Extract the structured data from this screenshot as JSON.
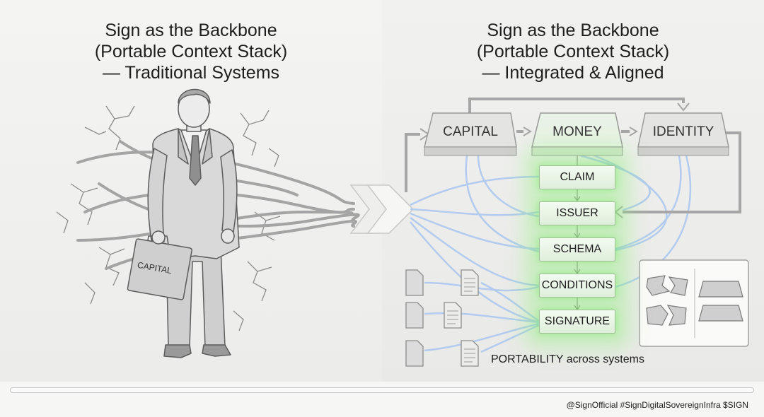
{
  "titles": {
    "left": {
      "line1": "Sign as the Backbone",
      "line2": "(Portable Context Stack)",
      "line3": "— Traditional Systems"
    },
    "right": {
      "line1": "Sign as the Backbone",
      "line2": "(Portable Context Stack)",
      "line3": "— Integrated & Aligned"
    }
  },
  "briefcase_label": "CAPITAL",
  "top_boxes": [
    "CAPITAL",
    "MONEY",
    "IDENTITY"
  ],
  "stack": [
    "CLAIM",
    "ISSUER",
    "SCHEMA",
    "CONDITIONS",
    "SIGNATURE"
  ],
  "portability_label": "PORTABILITY across systems",
  "footer": "@SignOfficial  #SignDigitalSovereignInfra  $SIGN",
  "colors": {
    "glow_green": "#8cf078",
    "flow_blue": "#a9c6ec",
    "line_gray": "#9a9a9a"
  }
}
